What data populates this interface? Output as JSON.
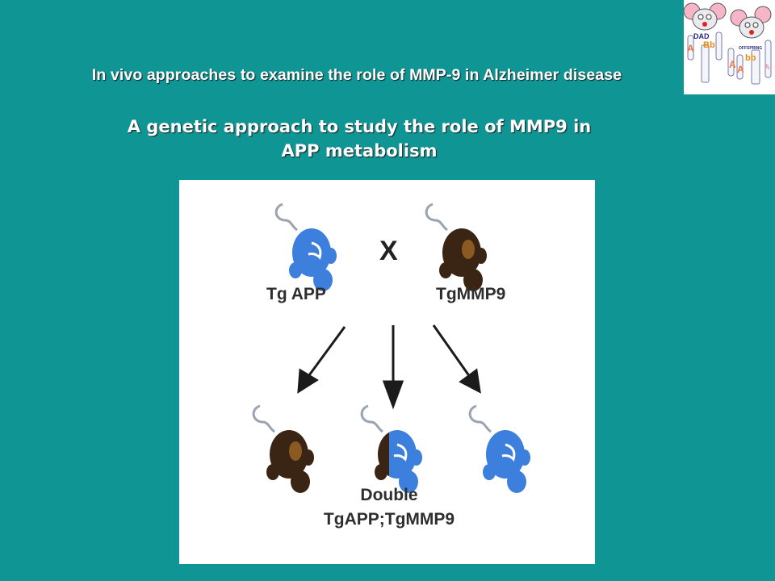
{
  "slide": {
    "title": "In vivo approaches to examine the role of MMP-9 in Alzheimer disease",
    "subtitle_line1": "A genetic approach to study the role of MMP9 in",
    "subtitle_line2": "APP metabolism"
  },
  "corner_image": {
    "dad_label": "DAD",
    "dad_genotype": "Bb",
    "offspring_label": "OFFSPRING",
    "offspring_genotype": "bb"
  },
  "diagram": {
    "cross_symbol": "X",
    "parent1_label": "Tg APP",
    "parent2_label": "TgMMP9",
    "double_label_line1": "Double",
    "double_label_line2": "TgAPP;TgMMP9"
  },
  "colors": {
    "background": "#0f9694",
    "app_mouse": "#3d7fdc",
    "mmp9_mouse": "#3a2414",
    "panel": "#ffffff"
  }
}
